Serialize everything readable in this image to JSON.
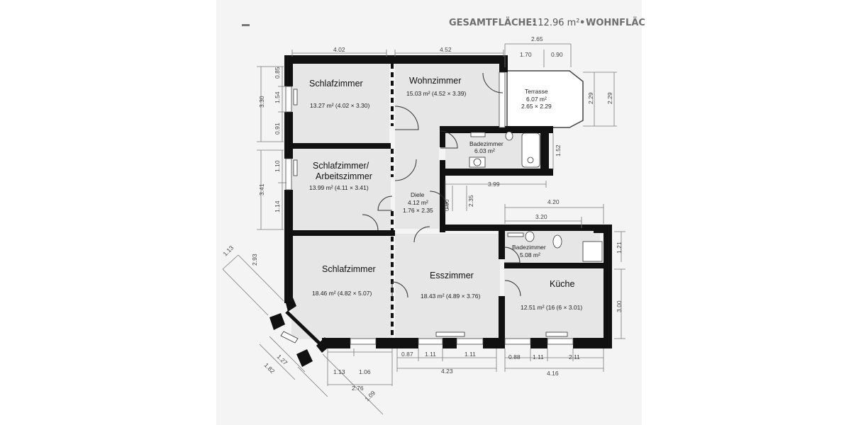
{
  "header": {
    "label": "GESAMTFLÄCHE:",
    "value": "112.96 m²",
    "separator": "•",
    "label2": "WOHNFLÄC"
  },
  "rooms": {
    "bed1": {
      "name": "Schlafzimmer",
      "info": "13.27 m² (4.02 × 3.30)"
    },
    "wohn": {
      "name": "Wohnzimmer",
      "info": "15.03 m² (4.52 × 3.39)"
    },
    "terrasse": {
      "name": "Terrasse",
      "area": "6.07 m²",
      "dims": "2.65 × 2.29"
    },
    "bad1": {
      "name": "Badezimmer",
      "area": "6.03 m²"
    },
    "bed2": {
      "name_line1": "Schlafzimmer/",
      "name_line2": "Arbeitszimmer",
      "info": "13.99 m² (4.11 × 3.41)"
    },
    "diele": {
      "name": "Diele",
      "area": "4.12 m²",
      "dims": "1.76 × 2.35"
    },
    "bad2": {
      "name": "Badezimmer",
      "area": "5.08 m²"
    },
    "bed3": {
      "name": "Schlafzimmer",
      "info": "18.46 m² (4.82 × 5.07)"
    },
    "ess": {
      "name": "Esszimmer",
      "info": "18.43 m² (4.89 × 3.76)"
    },
    "kueche": {
      "name": "Küche",
      "info": "12.51 m² (16 (6 × 3.01)"
    }
  },
  "dimensions": {
    "top_4_02": "4.02",
    "top_4_52": "4.52",
    "top_2_65": "2.65",
    "top_1_70": "1.70",
    "top_0_90": "0.90",
    "left_0_85": "0.85",
    "left_3_30": "3.30",
    "left_1_54": "1.54",
    "left_0_91": "0.91",
    "left_1_10": "1.10",
    "left_3_41": "3.41",
    "left_1_14": "1.14",
    "terr_2_29a": "2.29",
    "terr_2_29b": "2.29",
    "bad_1_52": "1.52",
    "bad_3_99": "3.99",
    "diele_0_90": "0.90",
    "diele_2_35": "2.35",
    "k_4_20": "4.20",
    "k_3_20": "3.20",
    "k_1_21": "1.21",
    "k_3_00": "3.00",
    "diag_1_13": "1.13",
    "diag_2_93": "2.93",
    "diag_1_27": "1.27",
    "diag_1_82": "1.82",
    "diag_1_09": "1.09",
    "b_1_13": "1.13",
    "b_1_06": "1.06",
    "b_2_76": "2.76",
    "b_0_87": "0.87",
    "b_1_11a": "1.11",
    "b_1_11b": "1.11",
    "b_4_23": "4.23",
    "b_0_88": "0.88",
    "b_1_11c": "1.11",
    "b_2_11": "2.11",
    "b_4_16": "4.16"
  }
}
